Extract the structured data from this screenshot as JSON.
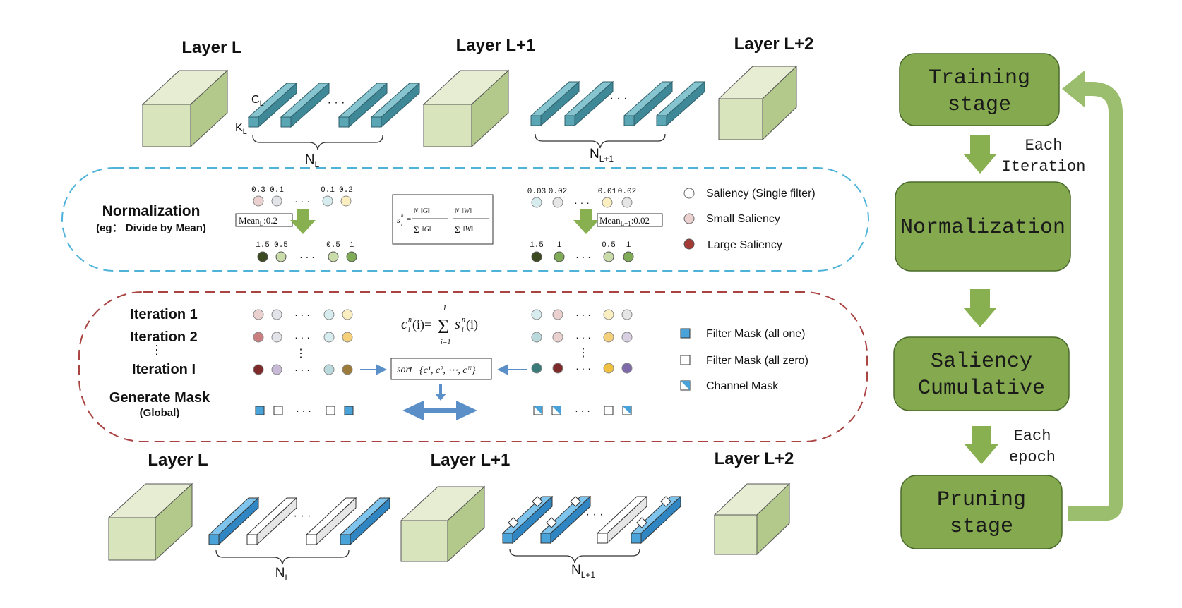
{
  "top": {
    "layer_l": "Layer L",
    "layer_l1": "Layer L+1",
    "layer_l2": "Layer L+2",
    "c_main": "C",
    "c_sub": "L",
    "k_main": "K",
    "k_sub": "L",
    "n_main": "N",
    "nl_sub": "L",
    "nl1_sub": "L+1",
    "dots": "· · ·"
  },
  "normalization": {
    "title": "Normalization",
    "subtitle": "(eg： Divide by Mean)",
    "left_before": [
      "0.3",
      "0.1",
      "0.1",
      "0.2"
    ],
    "left_after": [
      "1.5",
      "0.5",
      "0.5",
      "1"
    ],
    "right_before": [
      "0.03",
      "0.02",
      "0.01",
      "0.02"
    ],
    "right_after": [
      "1.5",
      "1",
      "0.5",
      "1"
    ],
    "mean_left_label": "Mean",
    "mean_left_sub": "L",
    "mean_left_val": ":0.2",
    "mean_right_label": "Mean",
    "mean_right_sub": "L+1",
    "mean_right_val": ":0.02"
  },
  "legend": {
    "saliency_single": "Saliency (Single filter)",
    "small_saliency": "Small Saliency",
    "large_saliency": "Large Saliency",
    "mask_all_one": "Filter Mask (all one)",
    "mask_all_zero": "Filter Mask (all zero)",
    "channel_mask": "Channel Mask"
  },
  "iteration": {
    "iter1": "Iteration 1",
    "iter2": "Iteration 2",
    "iterI": "Iteration I",
    "generate": "Generate Mask",
    "global": "(Global)",
    "sort": "sort"
  },
  "bottom": {
    "layer_l": "Layer L",
    "layer_l1": "Layer L+1",
    "layer_l2": "Layer L+2"
  },
  "flow": {
    "training_line1": "Training",
    "training_line2": "stage",
    "normalization": "Normalization",
    "saliency_line1": "Saliency",
    "saliency_line2": "Cumulative",
    "pruning_line1": "Pruning",
    "pruning_line2": "stage",
    "each_iteration_1": "Each",
    "each_iteration_2": "Iteration",
    "each_epoch_1": "Each",
    "each_epoch_2": "epoch"
  },
  "colors": {
    "cube_front": "#d8e4bc",
    "cube_side": "#b3c98b",
    "flow_box": "#84a94f",
    "filter_teal": "#5aa6b4",
    "filter_blue": "#4aa3d8",
    "norm_border": "#4fb3d9",
    "iter_border": "#a94442",
    "arrow_green": "#88b050",
    "arrow_blue": "#5b8fc8"
  }
}
